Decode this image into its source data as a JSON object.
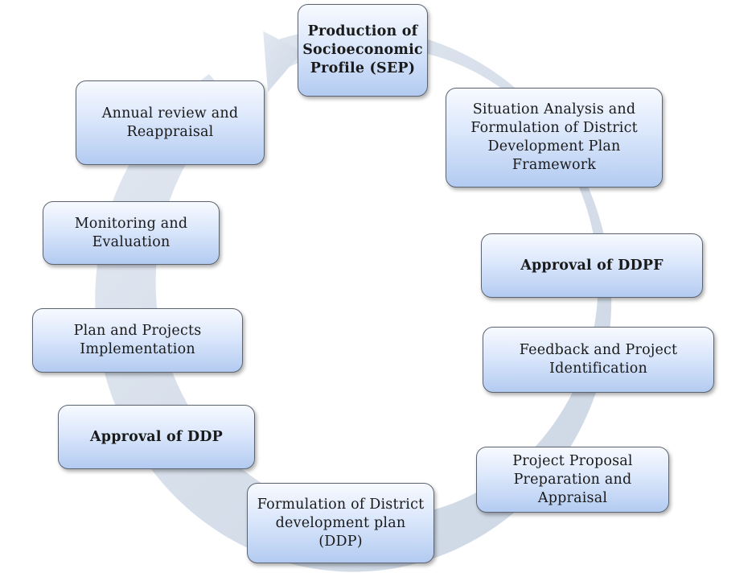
{
  "diagram": {
    "stages": [
      {
        "id": "sep",
        "label": "Production of Socioeconomic Profile (SEP)",
        "bold": true
      },
      {
        "id": "situation",
        "label": "Situation Analysis and Formulation of District Development Plan Framework",
        "bold": false
      },
      {
        "id": "approval-ddpf",
        "label": "Approval of DDPF",
        "bold": true
      },
      {
        "id": "feedback",
        "label": "Feedback and Project Identification",
        "bold": false
      },
      {
        "id": "proposal",
        "label": "Project Proposal Preparation and Appraisal",
        "bold": false
      },
      {
        "id": "formulation-ddp",
        "label": "Formulation of District development plan (DDP)",
        "bold": false
      },
      {
        "id": "approval-ddp",
        "label": "Approval of DDP",
        "bold": true
      },
      {
        "id": "implementation",
        "label": "Plan and Projects Implementation",
        "bold": false
      },
      {
        "id": "monitoring",
        "label": "Monitoring and Evaluation",
        "bold": false
      },
      {
        "id": "annual-review",
        "label": "Annual review and Reappraisal",
        "bold": false
      }
    ],
    "colors": {
      "ring": "#d5dde9",
      "box_border": "#5b6470",
      "box_top": "#f7faff",
      "box_bottom": "#b3cbf1",
      "text": "#1a1a1a"
    }
  }
}
